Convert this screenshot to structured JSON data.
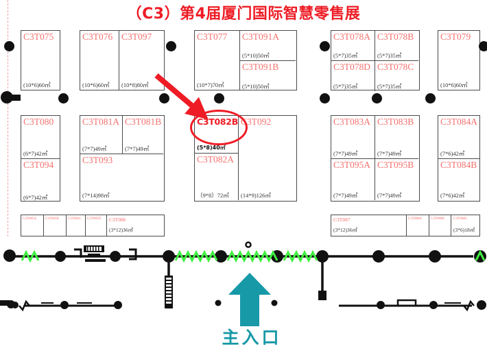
{
  "title": "（C3）第4届厦门国际智慧零售展",
  "entrance": {
    "label": "主入口",
    "color": "#1899a8"
  },
  "highlight": {
    "booth_code": "C3T082B",
    "accent_color": "#ee1c25"
  },
  "colors": {
    "booth_text": "#f4726f",
    "title": "#ee1c25",
    "annotation": "#ee1c25",
    "entrance": "#1899a8",
    "wall": "#4a4a4a",
    "aisle_green": "#3ff13f"
  },
  "rows": {
    "row1": {
      "blocks": [
        {
          "name": "block-c3t075",
          "cells": [
            {
              "code": "C3T075",
              "dims": "(10*6)60㎡"
            }
          ]
        },
        {
          "name": "block-c3t076-097",
          "cells": [
            {
              "code": "C3T076",
              "dims": "(10*6)60㎡"
            },
            {
              "code": "C3T097",
              "dims": "(10*8)80㎡"
            }
          ]
        },
        {
          "name": "block-c3t077-091",
          "cells": [
            {
              "code": "C3T077",
              "dims": "(10*7)70㎡"
            },
            {
              "code": "C3T091A",
              "dims": "(5*10)50㎡"
            },
            {
              "code": "C3T091B",
              "dims": "(5*10)50㎡"
            }
          ]
        },
        {
          "name": "block-c3t078",
          "cells": [
            {
              "code": "C3T078A",
              "dims": "(5*7)35㎡"
            },
            {
              "code": "C3T078B",
              "dims": "(5*7)35㎡"
            },
            {
              "code": "C3T078D",
              "dims": "(5*7)35㎡"
            },
            {
              "code": "C3T078C",
              "dims": "(5*7)35㎡"
            }
          ]
        },
        {
          "name": "block-c3t079",
          "cells": [
            {
              "code": "C3T079",
              "dims": "(10*6)60㎡"
            }
          ]
        }
      ]
    },
    "row2": {
      "blocks": [
        {
          "name": "block-c3t080-094",
          "cells": [
            {
              "code": "C3T080",
              "dims": "(6*7)42㎡"
            },
            {
              "code": "C3T094",
              "dims": "(6*7)42㎡"
            }
          ]
        },
        {
          "name": "block-c3t081-093",
          "cells": [
            {
              "code": "C3T081A",
              "dims": "(7*7)49㎡"
            },
            {
              "code": "C3T081B",
              "dims": "(7*7)49㎡"
            },
            {
              "code": "C3T093",
              "dims": "(7*14)98㎡"
            }
          ]
        },
        {
          "name": "block-c3t082-092",
          "cells": [
            {
              "code": "C3T082B",
              "dims": "(5*8)40㎡"
            },
            {
              "code": "C3T092",
              "dims": "(14*9)126㎡"
            },
            {
              "code": "C3T082A",
              "dims": "（9*8）72㎡"
            }
          ]
        },
        {
          "name": "block-c3t083-095",
          "cells": [
            {
              "code": "C3T083A",
              "dims": "(7*7)49㎡"
            },
            {
              "code": "C3T083B",
              "dims": "(7*7)49㎡"
            },
            {
              "code": "C3T095A",
              "dims": "(7*7)49㎡"
            },
            {
              "code": "C3T095B",
              "dims": "(7*7)49㎡"
            }
          ]
        },
        {
          "name": "block-c3t084",
          "cells": [
            {
              "code": "C3T084A",
              "dims": "(7*6)42㎡"
            },
            {
              "code": "C3T084B",
              "dims": "(7*6)42㎡"
            }
          ]
        }
      ]
    },
    "row3": {
      "blocks": [
        {
          "name": "block-c3t085-086",
          "cells": [
            {
              "code": "C3T085A",
              "dims": ""
            },
            {
              "code": "C3T085B",
              "dims": ""
            },
            {
              "code": "C3T085C",
              "dims": ""
            },
            {
              "code": "C3T085D",
              "dims": ""
            },
            {
              "code": "C3T086",
              "dims": "(3*12)36㎡"
            }
          ]
        },
        {
          "name": "block-c3t087-088",
          "cells": [
            {
              "code": "C3T087",
              "dims": "(3*12)36㎡"
            },
            {
              "code": "C3T088A",
              "dims": ""
            },
            {
              "code": "C3T088B",
              "dims": ""
            },
            {
              "code": "C3T088C",
              "dims": "(3*6)18㎡"
            }
          ]
        }
      ]
    }
  }
}
